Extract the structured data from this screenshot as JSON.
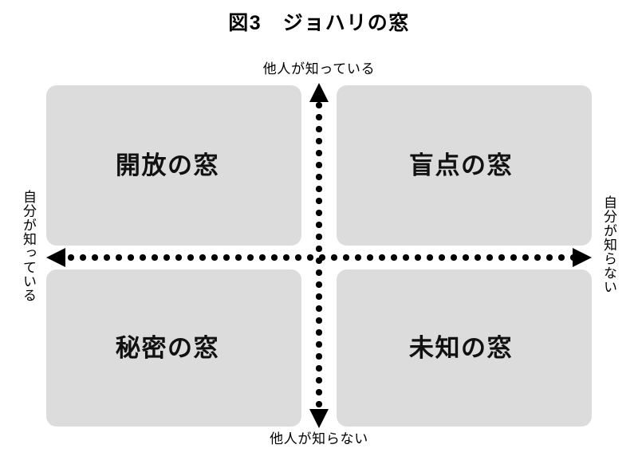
{
  "figure": {
    "title": "図3　ジョハリの窓",
    "background_color": "#ffffff",
    "quadrant_fill_color": "#dcdcdc",
    "line_color": "#000000"
  },
  "axes": {
    "top_label": "他人が知っている",
    "bottom_label": "他人が知らない",
    "left_label": "自分が知っている",
    "right_label": "自分が知らない",
    "vertical_arrow_up": "arrow-up-icon",
    "vertical_arrow_down": "arrow-down-icon",
    "horizontal_arrow_left": "arrow-left-icon",
    "horizontal_arrow_right": "arrow-right-icon",
    "line_style": "dotted"
  },
  "quadrants": [
    {
      "id": "open",
      "label": "開放の窓",
      "position": "top-left"
    },
    {
      "id": "blind",
      "label": "盲点の窓",
      "position": "top-right"
    },
    {
      "id": "hidden",
      "label": "秘密の窓",
      "position": "bottom-left"
    },
    {
      "id": "unknown",
      "label": "未知の窓",
      "position": "bottom-right"
    }
  ],
  "chart_data": {
    "type": "table",
    "title": "図3　ジョハリの窓",
    "xlabel": "他人が知っている / 他人が知らない",
    "ylabel": "自分が知っている / 自分が知らない",
    "columns": [
      "他人が知っている",
      "他人が知らない"
    ],
    "rows": [
      "自分が知っている",
      "自分が知らない"
    ],
    "cells": [
      [
        "開放の窓",
        "盲点の窓"
      ],
      [
        "秘密の窓",
        "未知の窓"
      ]
    ],
    "note": "2x2 Johari window matrix; vertical axis points up for 他人が知っている and down for 他人が知らない, horizontal axis points left for 自分が知っている and right for 自分が知らない"
  }
}
